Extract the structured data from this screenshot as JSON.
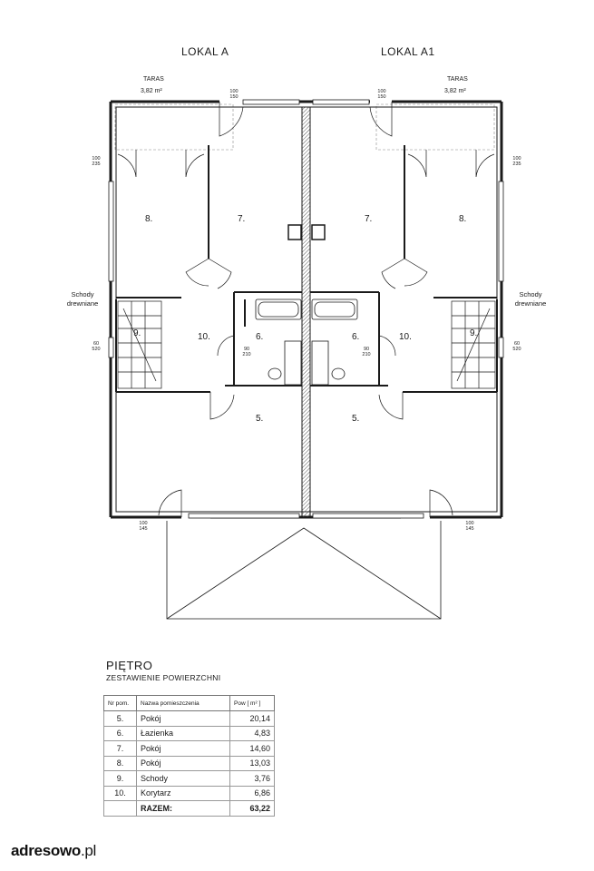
{
  "plan": {
    "unit_left": "LOKAL A",
    "unit_right": "LOKAL A1",
    "terrace_label": "TARAS",
    "terrace_area": "3,82 m²",
    "stairs_label_line1": "Schody",
    "stairs_label_line2": "drewniane",
    "rooms": {
      "r5": "5.",
      "r6": "6.",
      "r7": "7.",
      "r8": "8.",
      "r9": "9.",
      "r10": "10."
    },
    "dims": {
      "d100_235": "100\n235",
      "d100_150": "100\n150",
      "d60_520": "60\n520",
      "d90_210": "90\n210",
      "d100_145": "100\n145"
    }
  },
  "summary": {
    "title": "PIĘTRO",
    "subtitle": "ZESTAWIENIE POWIERZCHNI",
    "headers": [
      "Nr pom.",
      "Nazwa pomieszczenia",
      "Pow [ m² ]"
    ],
    "rows": [
      {
        "num": "5.",
        "name": "Pokój",
        "area": "20,14"
      },
      {
        "num": "6.",
        "name": "Łazienka",
        "area": "4,83"
      },
      {
        "num": "7.",
        "name": "Pokój",
        "area": "14,60"
      },
      {
        "num": "8.",
        "name": "Pokój",
        "area": "13,03"
      },
      {
        "num": "9.",
        "name": "Schody",
        "area": "3,76"
      },
      {
        "num": "10.",
        "name": "Korytarz",
        "area": "6,86"
      }
    ],
    "total_label": "RAZEM:",
    "total_value": "63,22"
  },
  "watermark": {
    "brand": "adresowo",
    "suffix": ".pl"
  },
  "colors": {
    "wall": "#1a1a1a",
    "hatch": "#555555",
    "dashed": "#888888"
  }
}
